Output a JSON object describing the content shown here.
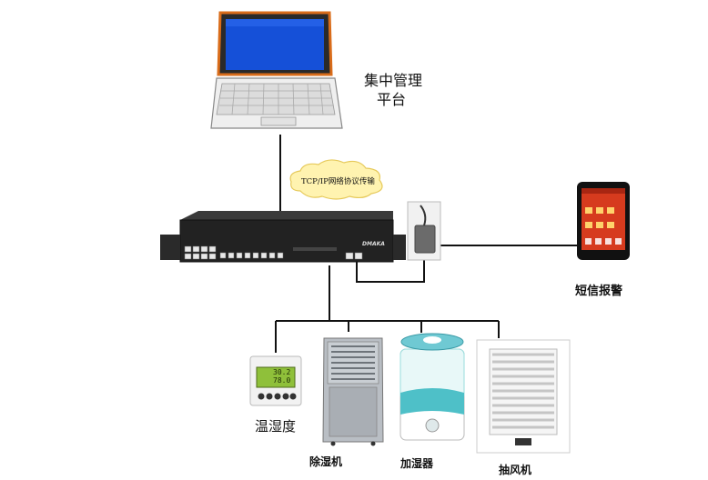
{
  "platform": {
    "line1": "集中管理",
    "line2": "平台"
  },
  "cloud_label": "TCP/IP网络协议传输",
  "switch_brand": "DMAKA",
  "sms_label": "短信报警",
  "devices": {
    "thermo": {
      "label": "温湿度",
      "temp": "30.2",
      "hum": "78.0"
    },
    "dehumidifier": {
      "label": "除湿机"
    },
    "humidifier": {
      "label": "加湿器"
    },
    "fan": {
      "label": "抽风机"
    }
  },
  "colors": {
    "laptop_screen": "#1550d8",
    "laptop_frame": "#d96c1a",
    "cloud": "#fff3b0",
    "thermo_lcd": "#8fc03a",
    "phone_screen": "#d63b1e"
  }
}
